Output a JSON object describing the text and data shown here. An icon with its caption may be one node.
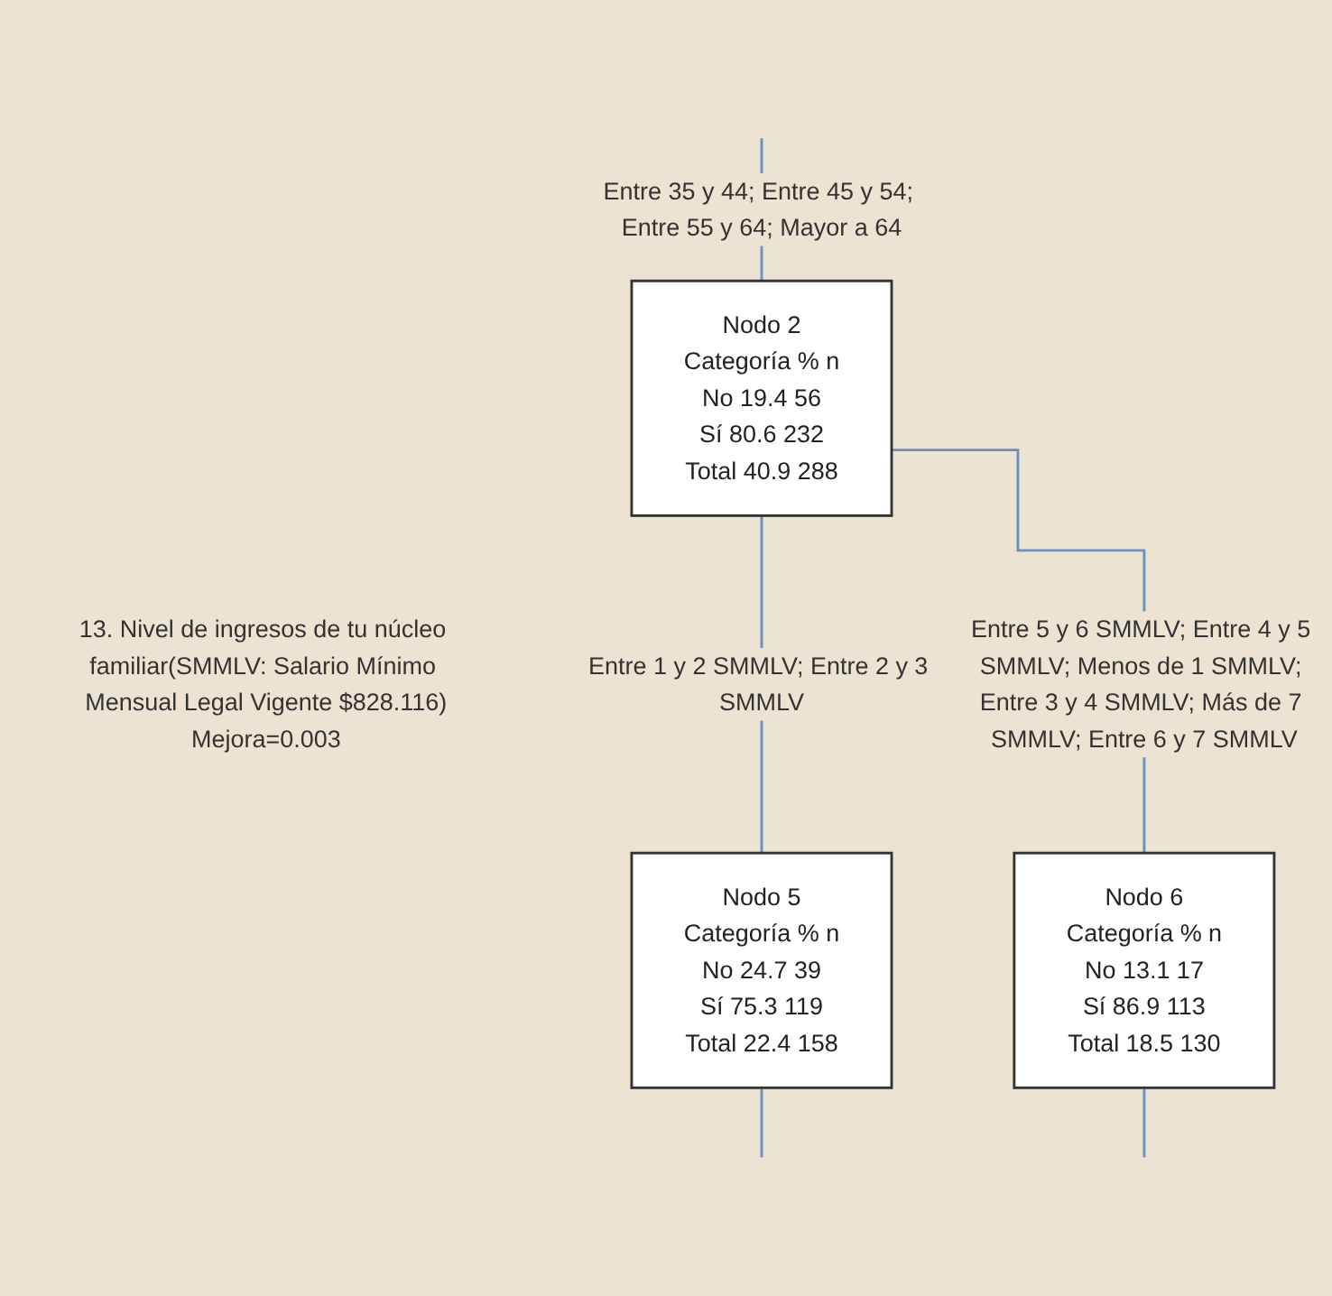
{
  "diagram": {
    "nodes": [
      {
        "text": [
          "Nodo 2",
          "Categoría % n",
          "No 19.4 56",
          "Sí 80.6 232",
          "Total 40.9 288"
        ],
        "beside": [
          "13. Nivel de ingresos de tu núcleo familiar(SMMLV: Salario Mínimo Mensual Legal Vigente $828.116)",
          "Mejora=0.003"
        ]
      },
      {
        "text": [
          "Nodo 5",
          "Categoría % n",
          "No 24.7 39",
          "Sí 75.3 119",
          "Total 22.4 158"
        ]
      },
      {
        "text": [
          "Nodo 6",
          "Categoría % n",
          "No 13.1 17",
          "Sí 86.9 113",
          "Total 18.5 130"
        ]
      }
    ],
    "edges": [
      {
        "from": null,
        "to": 0,
        "arrow": "none",
        "label": "Entre 35 y 44; Entre 45 y 54; Entre 55 y 64; Mayor a 64"
      },
      {
        "from": 0,
        "to": 1,
        "arrow": "none",
        "label": "Entre 1 y 2 SMMLV; Entre 2 y 3 SMMLV"
      },
      {
        "from": 0,
        "to": 2,
        "arrow": "none",
        "label": "Entre 5 y 6 SMMLV; Entre 4 y 5 SMMLV; Menos de 1 SMMLV; Entre 3 y 4 SMMLV; Más de 7 SMMLV; Entre 6 y 7 SMMLV"
      },
      {
        "from": 1,
        "to": null,
        "arrow": "none"
      },
      {
        "from": 2,
        "to": null,
        "arrow": "none"
      }
    ]
  }
}
